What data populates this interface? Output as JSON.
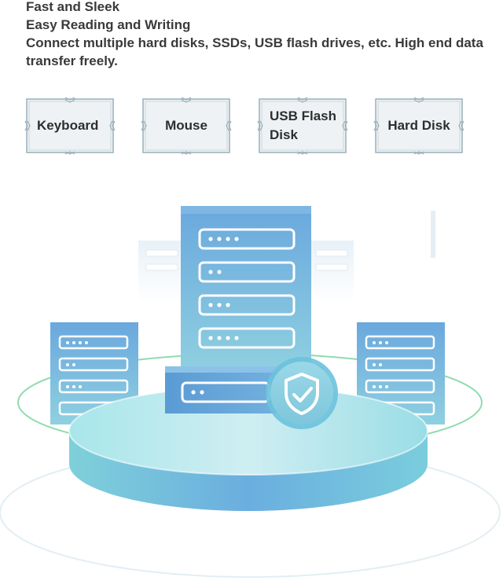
{
  "features": {
    "line1": "Fast and Sleek",
    "line2": "Easy Reading and Writing",
    "line3": "Connect multiple hard disks, SSDs, USB flash drives, etc. High end data transfer freely."
  },
  "devices": [
    {
      "label": "Keyboard"
    },
    {
      "label": "Mouse"
    },
    {
      "label": "USB Flash Disk"
    },
    {
      "label": "Hard Disk"
    }
  ],
  "colors": {
    "text": "#3a3a3a",
    "card_border": "#8aa6b3",
    "card_fill": "#f0f3f5",
    "server_blue": "#5f9ed8",
    "platform_teal": "#7fd3da",
    "ring_green": "#67c98f",
    "shield_green": "#6cc9a6"
  },
  "illustration": {
    "icons": [
      "server-rack-icon",
      "shield-check-icon"
    ]
  }
}
